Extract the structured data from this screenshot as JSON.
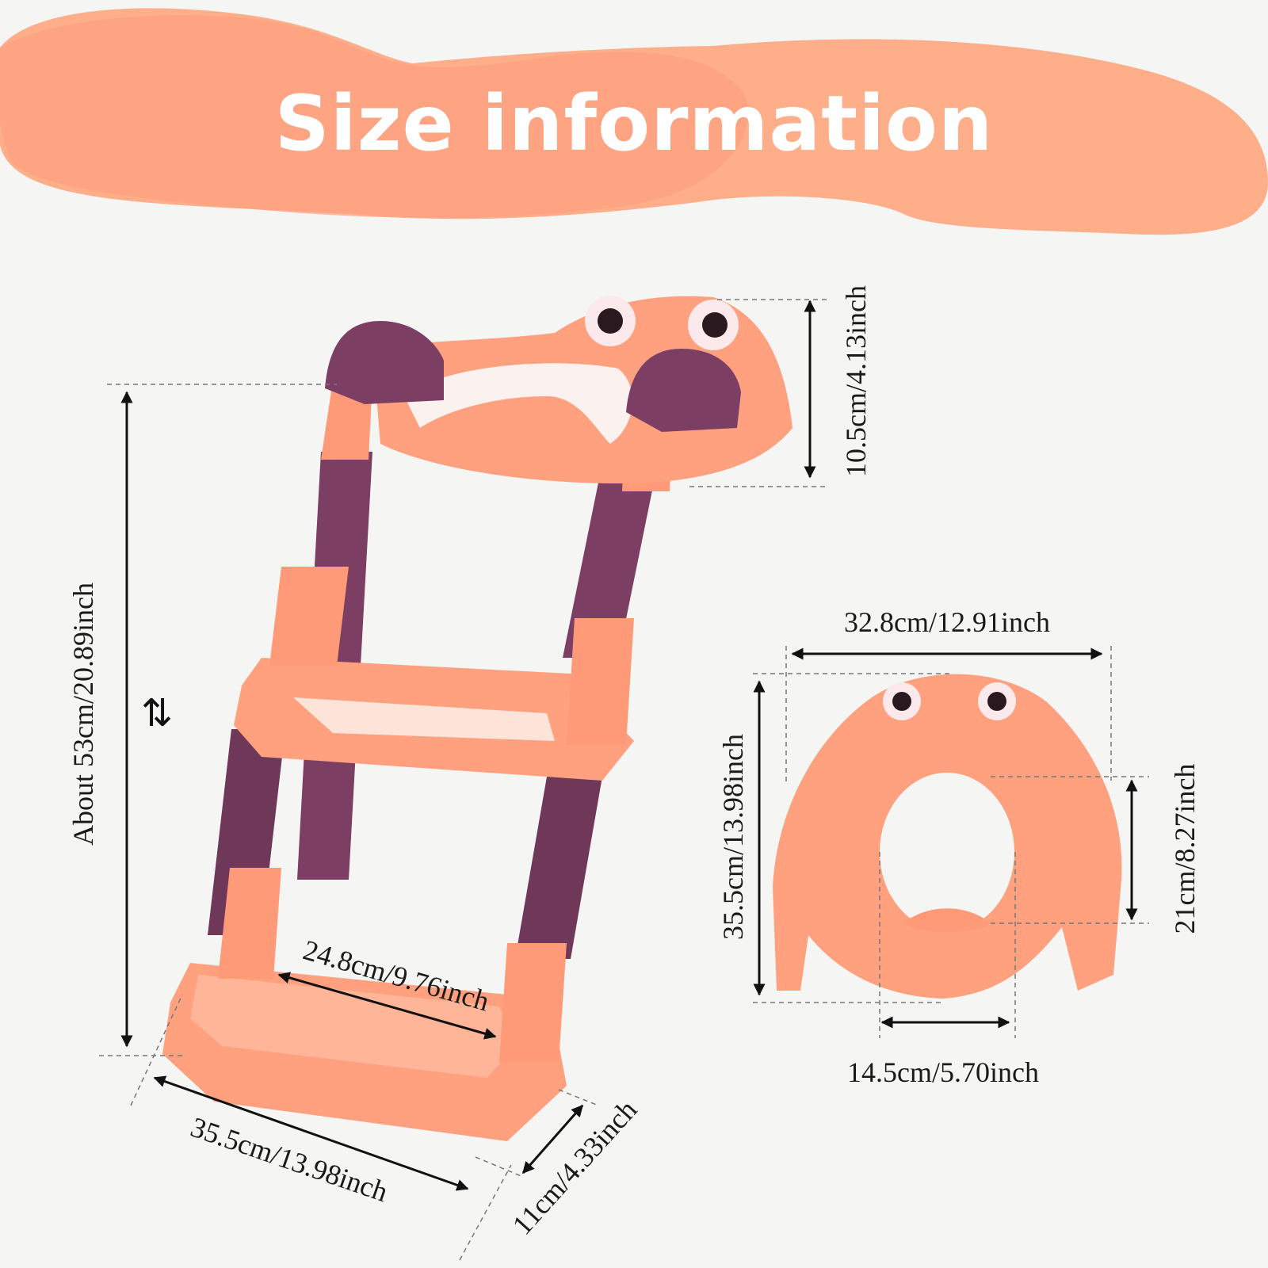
{
  "title": "Size information",
  "colors": {
    "accent": "#ffae8a",
    "product_body": "#ffa07f",
    "product_frame": "#7c3e62",
    "seat_cushion": "#fbf1ef",
    "background": "#f5f5f4"
  },
  "ladder": {
    "seat_height": "10.5cm/4.13inch",
    "total_height": "About 53cm/20.89inch",
    "step_width": "24.8cm/9.76inch",
    "base_width": "35.5cm/13.98inch",
    "base_depth": "11cm/4.33inch",
    "adjust_icon": "up-down-arrows-icon"
  },
  "seat": {
    "width": "32.8cm/12.91inch",
    "length": "35.5cm/13.98inch",
    "opening_length": "21cm/8.27inch",
    "opening_width": "14.5cm/5.70inch"
  }
}
